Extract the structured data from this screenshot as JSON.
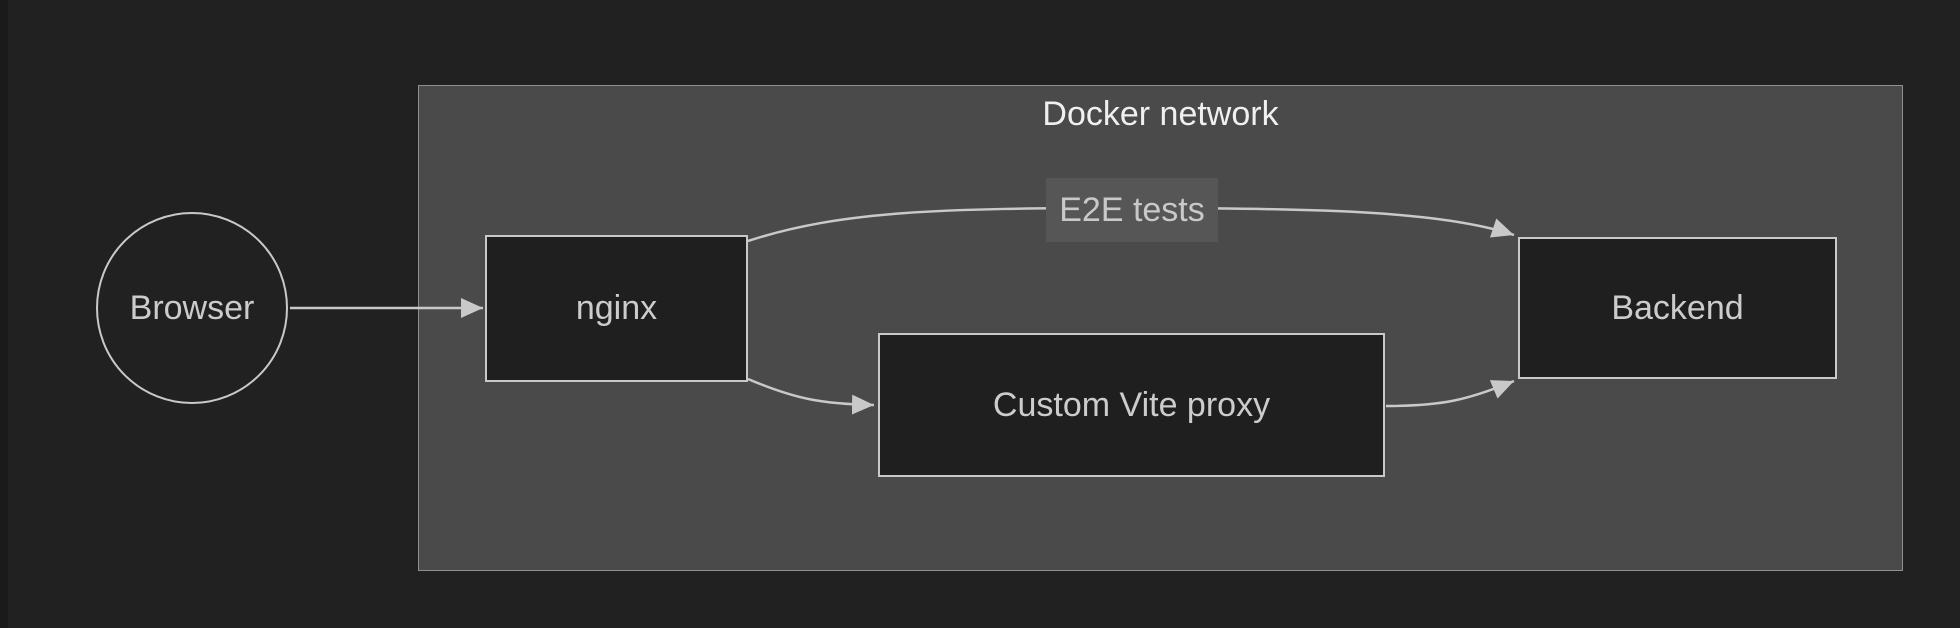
{
  "colors": {
    "page-bg": "#212121",
    "left-strip": "#1a1a1a",
    "cluster-bg": "#4a4a4a",
    "cluster-border": "#8f8f8f",
    "node-bg": "#1f1f1f",
    "node-border": "#c9c9c9",
    "node-text": "#cccccc",
    "title-text": "#f0f0f0",
    "edge-color": "#c9c9c9",
    "edge-label-bg": "#565656",
    "edge-label-text": "#c9c9c9"
  },
  "diagram": {
    "cluster_title": "Docker network",
    "nodes": {
      "browser": {
        "label": "Browser",
        "shape": "circle"
      },
      "nginx": {
        "label": "nginx",
        "shape": "rect"
      },
      "vite_proxy": {
        "label": "Custom Vite proxy",
        "shape": "rect"
      },
      "backend": {
        "label": "Backend",
        "shape": "rect"
      }
    },
    "edges": [
      {
        "from": "browser",
        "to": "nginx",
        "label": ""
      },
      {
        "from": "nginx",
        "to": "backend",
        "label": "E2E tests"
      },
      {
        "from": "nginx",
        "to": "vite_proxy",
        "label": ""
      },
      {
        "from": "vite_proxy",
        "to": "backend",
        "label": ""
      }
    ]
  }
}
